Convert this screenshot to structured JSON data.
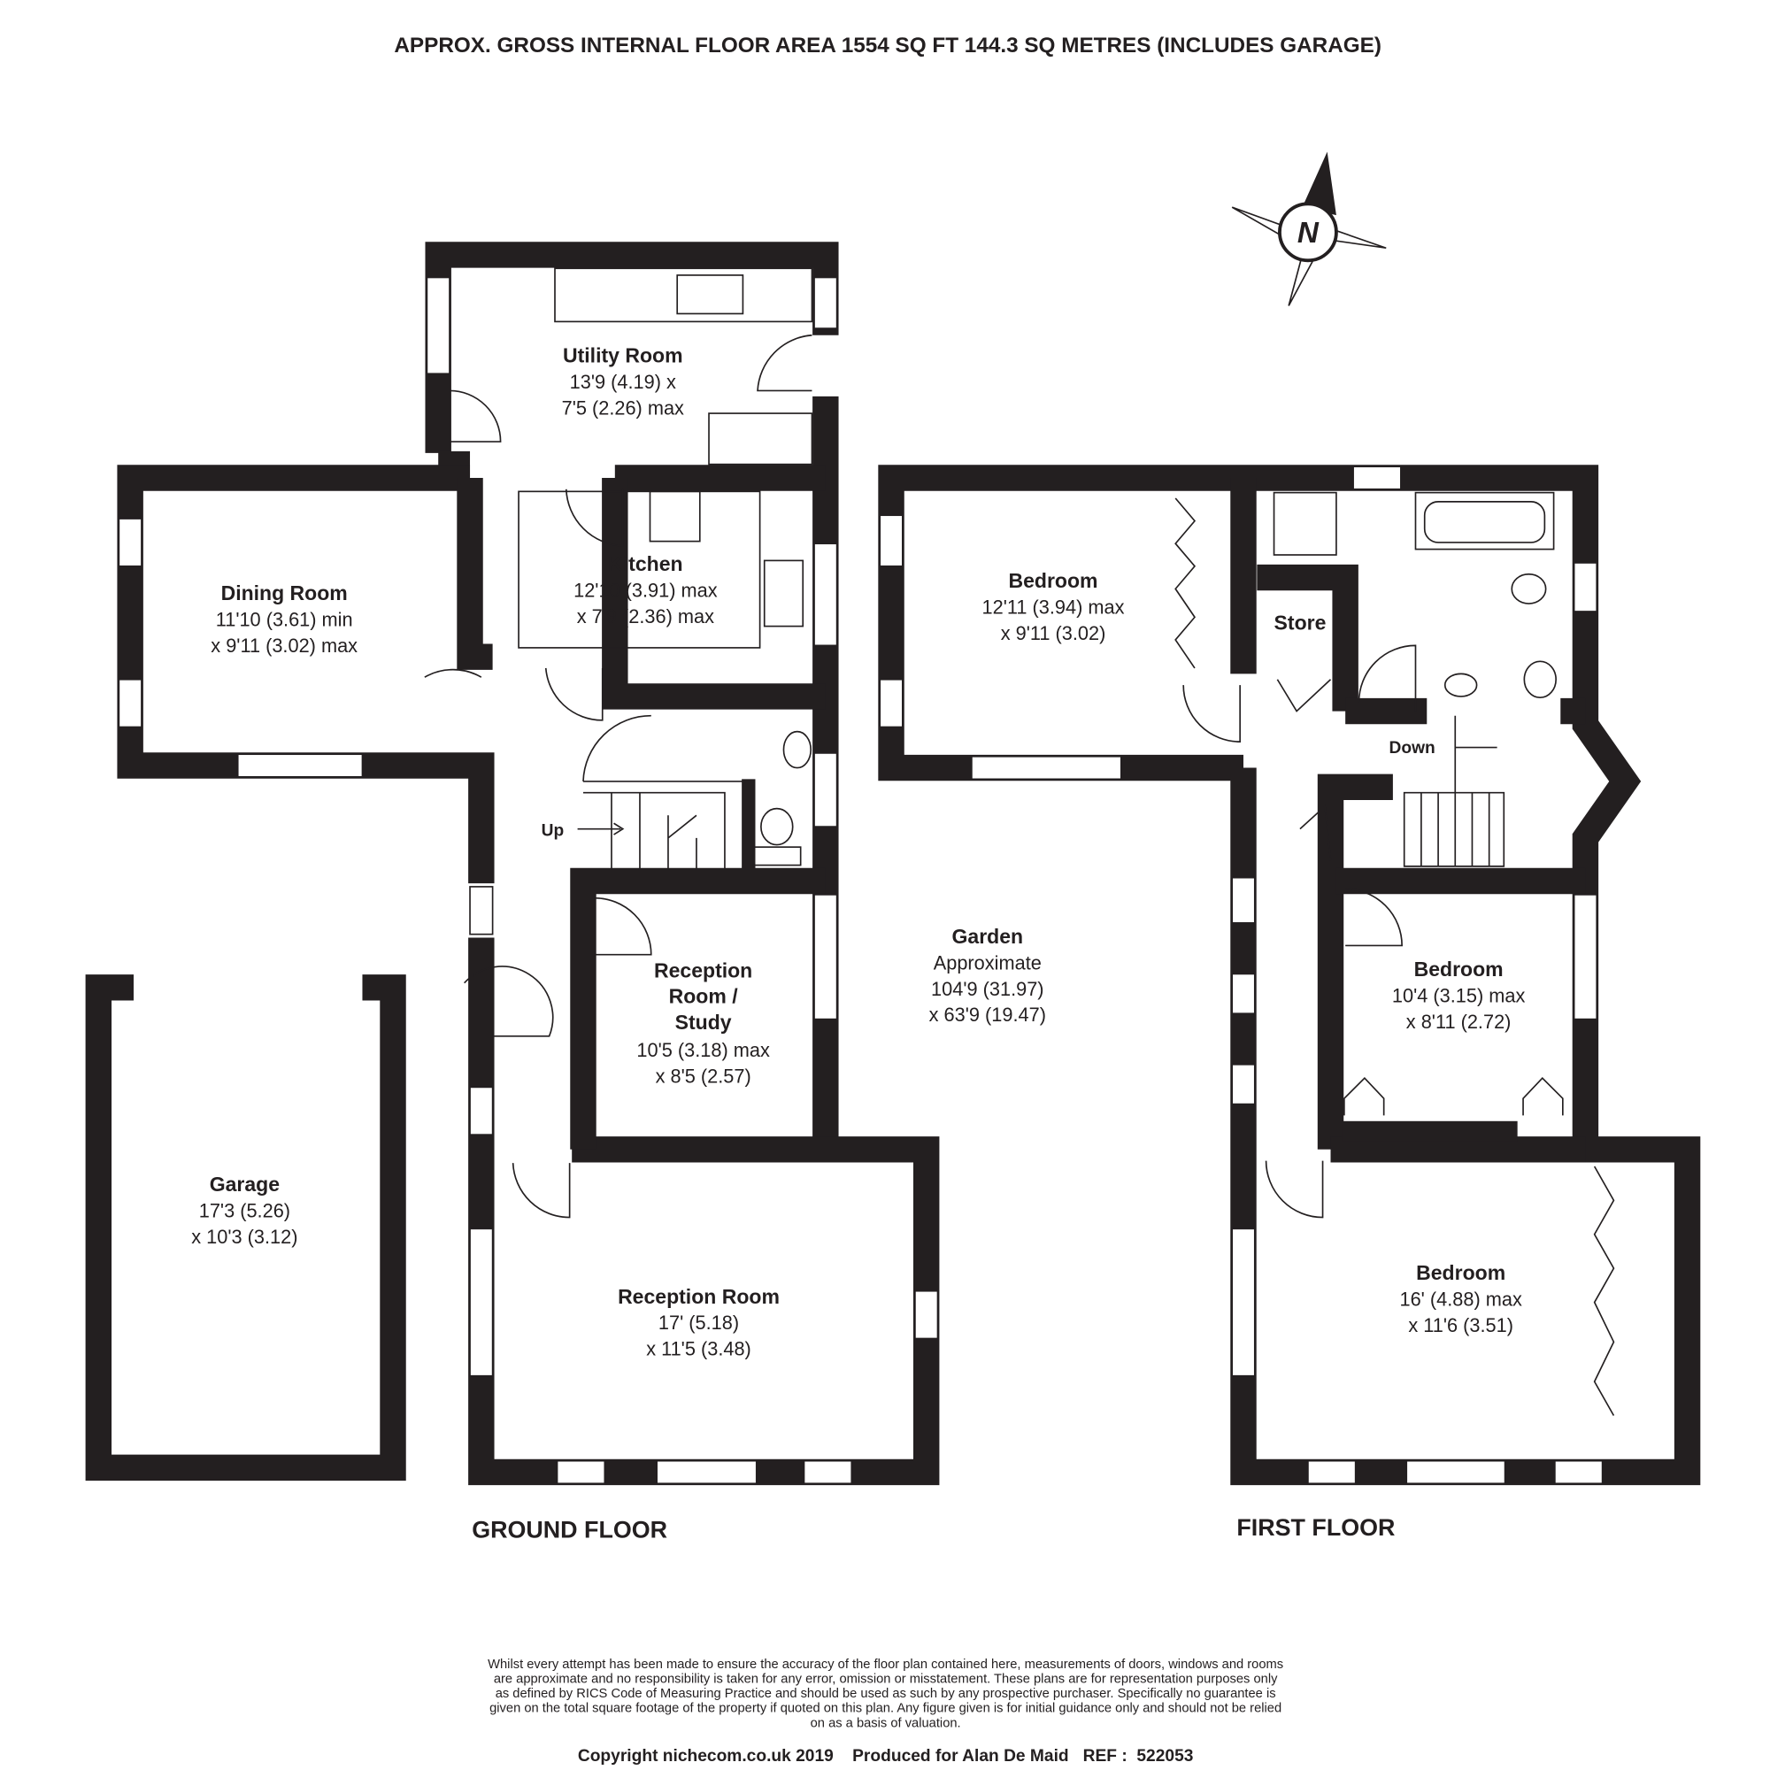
{
  "header": {
    "title": "APPROX. GROSS INTERNAL FLOOR AREA 1554 SQ FT 144.3 SQ METRES (INCLUDES GARAGE)"
  },
  "compass": {
    "label": "N",
    "icon": "north-arrow-compass-icon"
  },
  "ground_floor": {
    "label": "GROUND FLOOR",
    "utility": {
      "name": "Utility Room",
      "dims": [
        "13'9 (4.19) x",
        "7'5 (2.26) max"
      ]
    },
    "kitchen": {
      "name": "Kitchen",
      "dims": [
        "12'10 (3.91) max",
        "x 7'9 (2.36) max"
      ]
    },
    "dining": {
      "name": "Dining Room",
      "dims": [
        "11'10 (3.61) min",
        "x 9'11 (3.02) max"
      ]
    },
    "study": {
      "name": [
        "Reception",
        "Room /",
        "Study"
      ],
      "dims": [
        "10'5 (3.18) max",
        "x 8'5 (2.57)"
      ]
    },
    "reception": {
      "name": "Reception Room",
      "dims": [
        "17' (5.18)",
        "x 11'5 (3.48)"
      ]
    },
    "garage": {
      "name": "Garage",
      "dims": [
        "17'3 (5.26)",
        "x 10'3 (3.12)"
      ]
    },
    "stairs": "Up"
  },
  "garden": {
    "name": "Garden",
    "dims": [
      "Approximate",
      "104'9 (31.97)",
      "x 63'9 (19.47)"
    ]
  },
  "first_floor": {
    "label": "FIRST FLOOR",
    "bedroom1": {
      "name": "Bedroom",
      "dims": [
        "12'11 (3.94) max",
        "x 9'11 (3.02)"
      ]
    },
    "store": {
      "name": "Store"
    },
    "stairs": "Down",
    "bedroom2": {
      "name": "Bedroom",
      "dims": [
        "10'4 (3.15) max",
        "x 8'11 (2.72)"
      ]
    },
    "bedroom3": {
      "name": "Bedroom",
      "dims": [
        "16' (4.88) max",
        "x 11'6 (3.51)"
      ]
    }
  },
  "footer": {
    "disclaimer": [
      "Whilst every attempt has been made to ensure the accuracy of the floor plan contained here, measurements of doors, windows and rooms",
      "are approximate and no responsibility is taken for any error, omission or misstatement. These plans are for representation purposes only",
      "as defined by RICS Code of Measuring Practice and should be used as such by any prospective purchaser.  Specifically no guarantee is",
      "given on the total square footage of the property if quoted on this plan. Any figure given is for initial guidance only and should not be relied",
      "on as a basis of valuation."
    ],
    "copyright": "Copyright nichecom.co.uk 2019    Produced for Alan De Maid   REF :  522053"
  },
  "colors": {
    "ink": "#231f20",
    "background": "#ffffff"
  }
}
